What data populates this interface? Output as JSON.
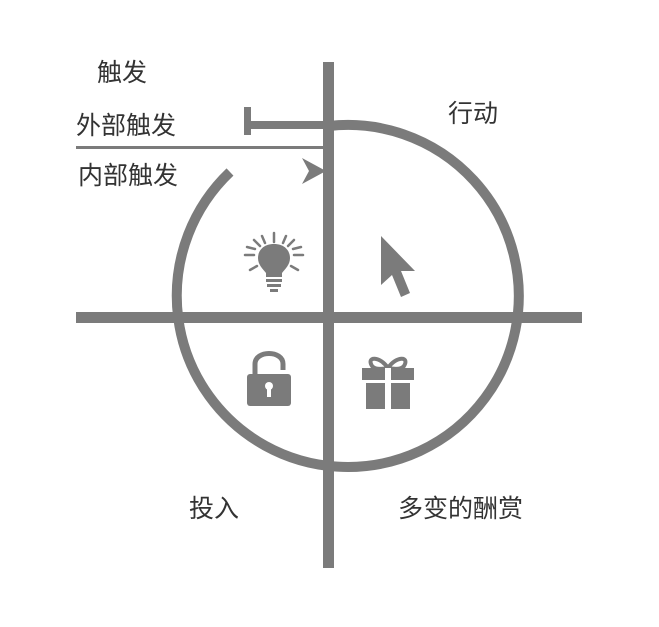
{
  "labels": {
    "trigger": "触发",
    "external_trigger": "外部触发",
    "internal_trigger": "内部触发",
    "action": "行动",
    "investment": "投入",
    "variable_reward": "多变的酬赏"
  },
  "icons": {
    "trigger_quadrant": "lightbulb-icon",
    "action_quadrant": "cursor-arrow-icon",
    "investment_quadrant": "padlock-icon",
    "reward_quadrant": "gift-box-icon"
  },
  "colors": {
    "stroke": "#7b7b7b",
    "text": "#333333",
    "background": "#ffffff"
  }
}
